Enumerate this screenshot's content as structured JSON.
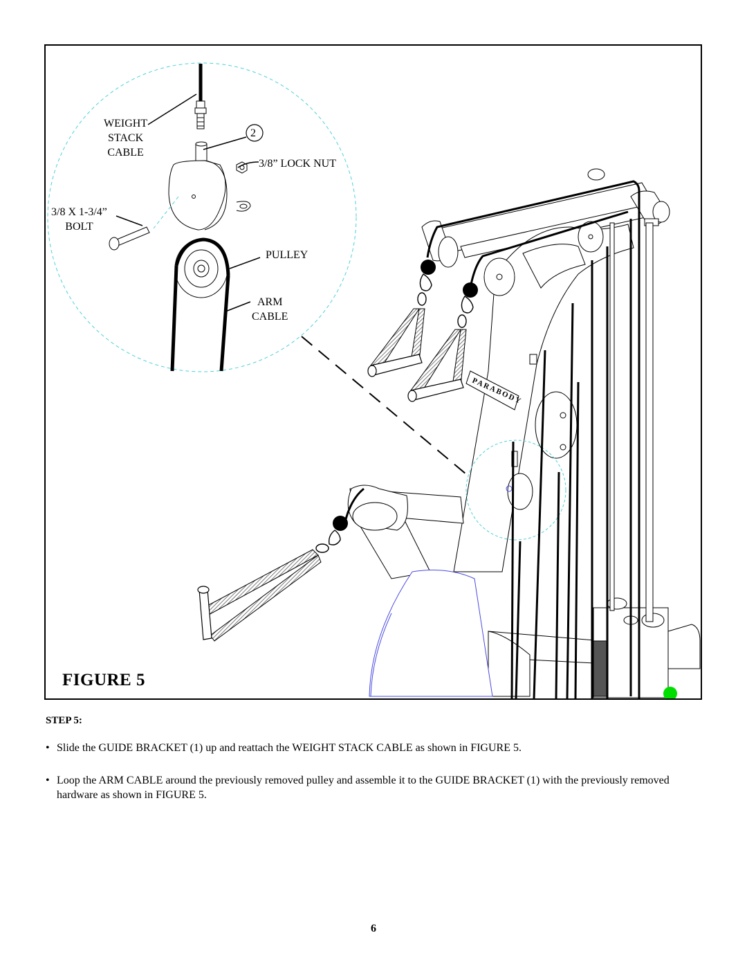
{
  "figure": {
    "title": "FIGURE 5",
    "callouts": {
      "weight_stack_cable": [
        "WEIGHT",
        "STACK",
        "CABLE"
      ],
      "part_number": "2",
      "lock_nut": "3/8” LOCK NUT",
      "bolt": [
        "3/8  X  1-3/4”",
        "BOLT"
      ],
      "pulley": "PULLEY",
      "arm_cable": [
        "ARM",
        "CABLE"
      ]
    },
    "brand_plate": "PARABODY",
    "colors": {
      "magnifier": "#4fd0d8",
      "seat_outline": "#4a4ae0",
      "marker": "#00dd00"
    }
  },
  "step": {
    "heading": "STEP 5:",
    "bullets": [
      "Slide the GUIDE BRACKET (1) up and reattach the WEIGHT STACK CABLE as shown in FIGURE 5.",
      "Loop the ARM CABLE around the previously removed pulley and assemble it to the GUIDE BRACKET (1) with the previously removed hardware as shown in FIGURE 5."
    ]
  },
  "page_number": "6"
}
